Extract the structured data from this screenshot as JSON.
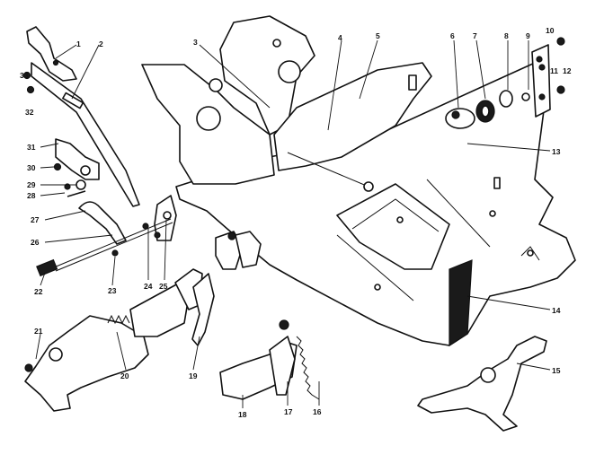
{
  "callouts": [
    {
      "id": "1",
      "label": "1"
    },
    {
      "id": "2",
      "label": "2"
    },
    {
      "id": "3",
      "label": "3"
    },
    {
      "id": "4",
      "label": "4"
    },
    {
      "id": "5",
      "label": "5"
    },
    {
      "id": "6",
      "label": "6"
    },
    {
      "id": "7",
      "label": "7"
    },
    {
      "id": "8",
      "label": "8"
    },
    {
      "id": "9",
      "label": "9"
    },
    {
      "id": "10",
      "label": "10"
    },
    {
      "id": "11",
      "label": "11"
    },
    {
      "id": "12",
      "label": "12"
    },
    {
      "id": "13",
      "label": "13"
    },
    {
      "id": "14",
      "label": "14"
    },
    {
      "id": "15",
      "label": "15"
    },
    {
      "id": "16",
      "label": "16"
    },
    {
      "id": "17",
      "label": "17"
    },
    {
      "id": "18",
      "label": "18"
    },
    {
      "id": "19",
      "label": "19"
    },
    {
      "id": "20",
      "label": "20"
    },
    {
      "id": "21",
      "label": "21"
    },
    {
      "id": "22",
      "label": "22"
    },
    {
      "id": "23",
      "label": "23"
    },
    {
      "id": "24",
      "label": "24"
    },
    {
      "id": "25",
      "label": "25"
    },
    {
      "id": "26",
      "label": "26"
    },
    {
      "id": "27",
      "label": "27"
    },
    {
      "id": "28",
      "label": "28"
    },
    {
      "id": "29",
      "label": "29"
    },
    {
      "id": "30",
      "label": "30"
    },
    {
      "id": "31",
      "label": "31"
    },
    {
      "id": "32",
      "label": "32"
    },
    {
      "id": "33",
      "label": "33"
    }
  ]
}
